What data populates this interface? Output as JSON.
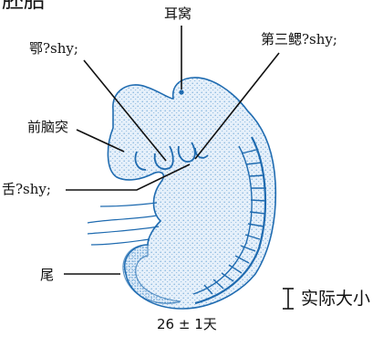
{
  "title": "胚胎",
  "labels": {
    "ear_pit": "耳窝",
    "mandibular_arch": "鄂?shy;",
    "third_branchial_arch": "第三鳃?shy;",
    "forebrain_bulge": "前脑突",
    "tongue": "舌?shy;",
    "tail": "尾"
  },
  "scale_bar_label": "实际大小",
  "caption": "26 ± 1天",
  "colors": {
    "embryo_fill": "#e6f0fa",
    "stipple": "#2f7fc4",
    "outline": "#1f6bb0",
    "leader_line": "#111111"
  }
}
